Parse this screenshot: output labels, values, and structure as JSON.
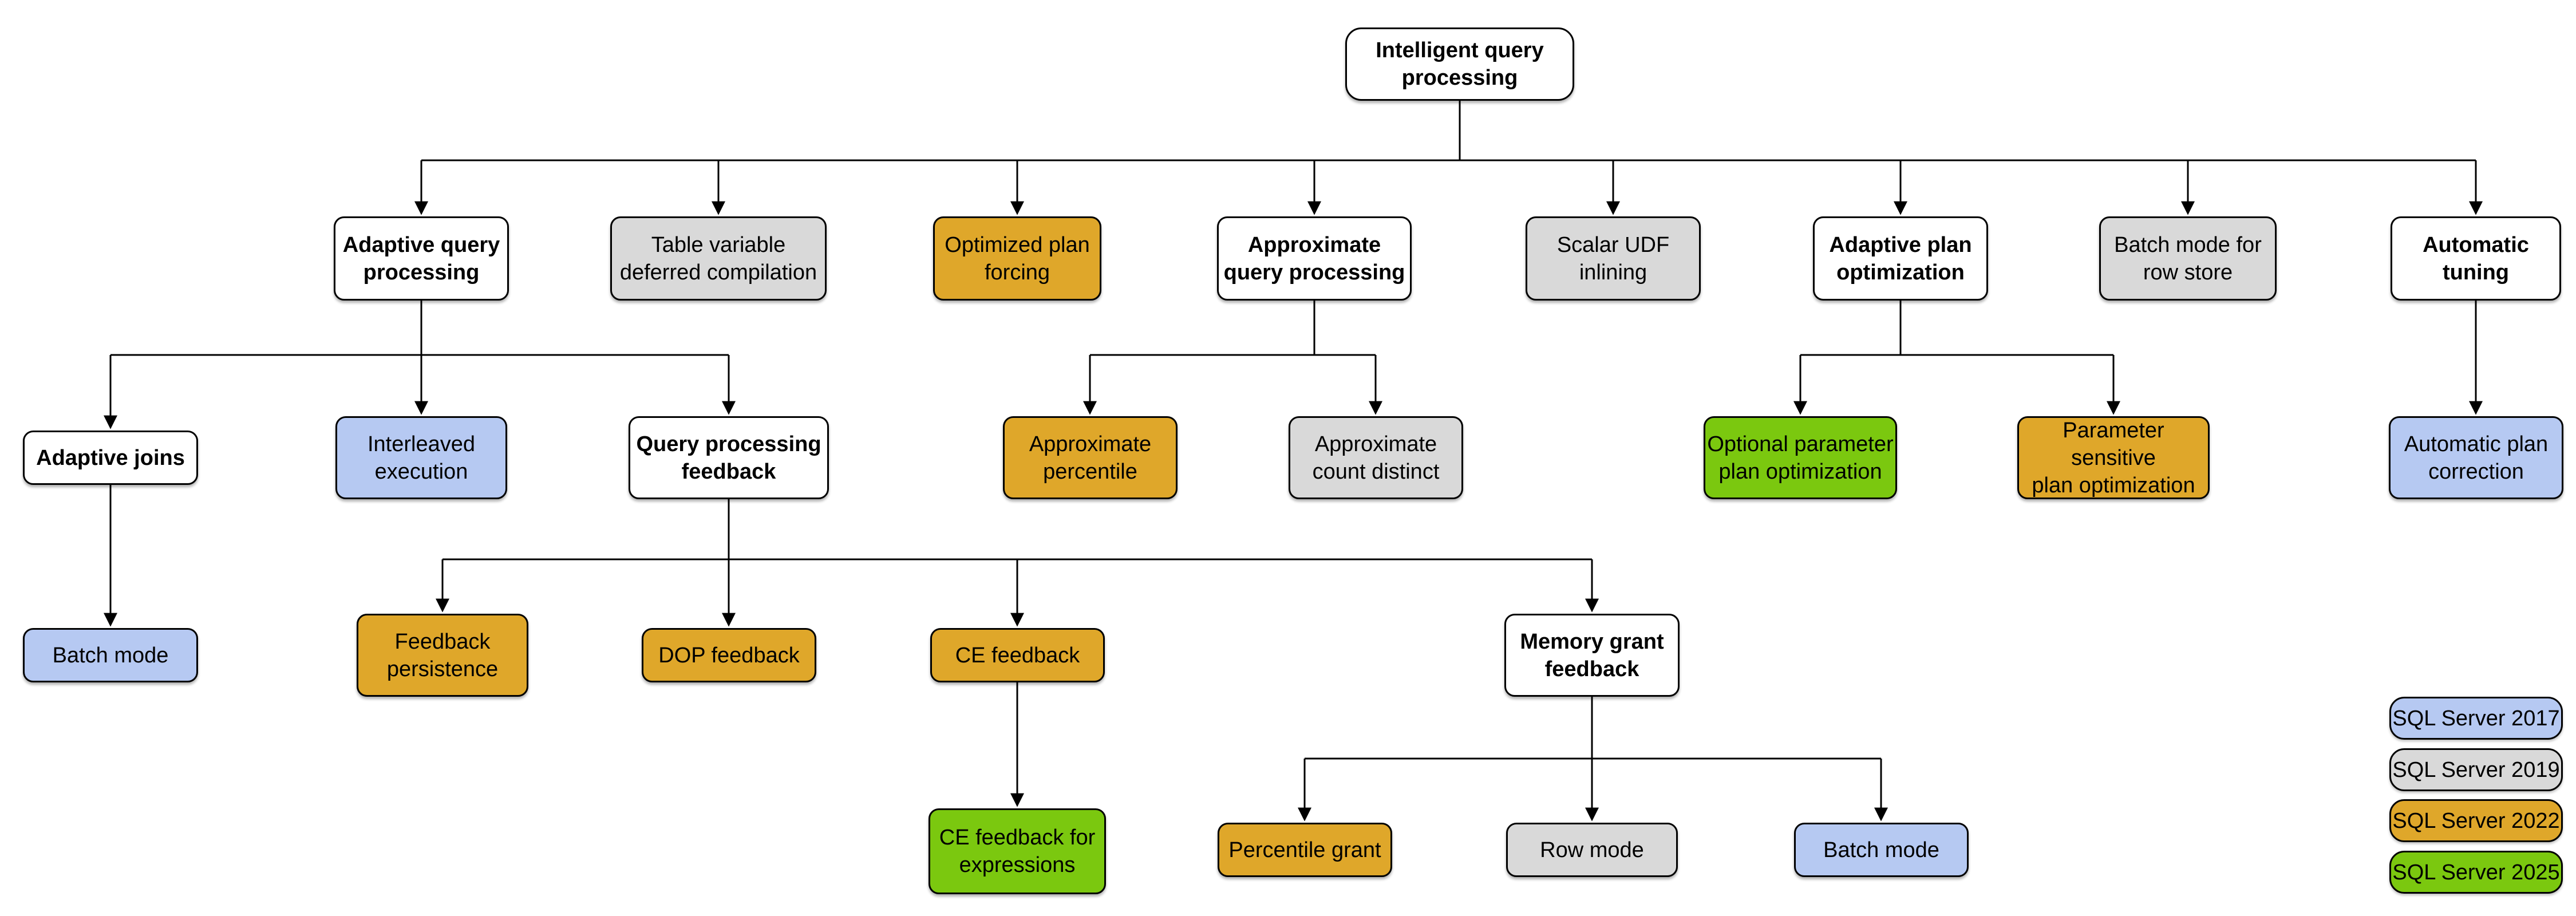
{
  "colors": {
    "2017": "#b6c9f2",
    "2019": "#d9d9d9",
    "2022": "#dfa72a",
    "2025": "#7bc80f",
    "plain": "#ffffff",
    "line": "#000000"
  },
  "nodes": {
    "root": {
      "label": "Intelligent query\nprocessing",
      "version": null
    },
    "adaptive_query_processing": {
      "label": "Adaptive query\nprocessing",
      "version": null
    },
    "table_variable_deferred_compilation": {
      "label": "Table variable\ndeferred compilation",
      "version": "2019"
    },
    "optimized_plan_forcing": {
      "label": "Optimized plan\nforcing",
      "version": "2022"
    },
    "approximate_query_processing": {
      "label": "Approximate\nquery processing",
      "version": null
    },
    "scalar_udf_inlining": {
      "label": "Scalar UDF\ninlining",
      "version": "2019"
    },
    "adaptive_plan_optimization": {
      "label": "Adaptive plan\noptimization",
      "version": null
    },
    "batch_mode_for_row_store": {
      "label": "Batch mode for\nrow store",
      "version": "2019"
    },
    "automatic_tuning": {
      "label": "Automatic\ntuning",
      "version": null
    },
    "adaptive_joins": {
      "label": "Adaptive joins",
      "version": null
    },
    "interleaved_execution": {
      "label": "Interleaved\nexecution",
      "version": "2017"
    },
    "query_processing_feedback": {
      "label": "Query processing\nfeedback",
      "version": null
    },
    "approximate_percentile": {
      "label": "Approximate\npercentile",
      "version": "2022"
    },
    "approximate_count_distinct": {
      "label": "Approximate\ncount distinct",
      "version": "2019"
    },
    "optional_parameter_plan_optimization": {
      "label": "Optional parameter\nplan optimization",
      "version": "2025"
    },
    "parameter_sensitive_plan_optimization": {
      "label": "Parameter sensitive\nplan optimization",
      "version": "2022"
    },
    "automatic_plan_correction": {
      "label": "Automatic plan\ncorrection",
      "version": "2017"
    },
    "batch_mode_adaptive_joins": {
      "label": "Batch mode",
      "version": "2017"
    },
    "feedback_persistence": {
      "label": "Feedback\npersistence",
      "version": "2022"
    },
    "dop_feedback": {
      "label": "DOP feedback",
      "version": "2022"
    },
    "ce_feedback": {
      "label": "CE feedback",
      "version": "2022"
    },
    "memory_grant_feedback": {
      "label": "Memory grant\nfeedback",
      "version": null
    },
    "ce_feedback_for_expressions": {
      "label": "CE feedback for\nexpressions",
      "version": "2025"
    },
    "percentile_grant": {
      "label": "Percentile grant",
      "version": "2022"
    },
    "row_mode": {
      "label": "Row mode",
      "version": "2019"
    },
    "batch_mode_memory_grant": {
      "label": "Batch mode",
      "version": "2017"
    }
  },
  "edges": [
    [
      "root",
      "adaptive_query_processing"
    ],
    [
      "root",
      "table_variable_deferred_compilation"
    ],
    [
      "root",
      "optimized_plan_forcing"
    ],
    [
      "root",
      "approximate_query_processing"
    ],
    [
      "root",
      "scalar_udf_inlining"
    ],
    [
      "root",
      "adaptive_plan_optimization"
    ],
    [
      "root",
      "batch_mode_for_row_store"
    ],
    [
      "root",
      "automatic_tuning"
    ],
    [
      "adaptive_query_processing",
      "adaptive_joins"
    ],
    [
      "adaptive_query_processing",
      "interleaved_execution"
    ],
    [
      "adaptive_query_processing",
      "query_processing_feedback"
    ],
    [
      "approximate_query_processing",
      "approximate_percentile"
    ],
    [
      "approximate_query_processing",
      "approximate_count_distinct"
    ],
    [
      "adaptive_plan_optimization",
      "optional_parameter_plan_optimization"
    ],
    [
      "adaptive_plan_optimization",
      "parameter_sensitive_plan_optimization"
    ],
    [
      "automatic_tuning",
      "automatic_plan_correction"
    ],
    [
      "adaptive_joins",
      "batch_mode_adaptive_joins"
    ],
    [
      "query_processing_feedback",
      "feedback_persistence"
    ],
    [
      "query_processing_feedback",
      "dop_feedback"
    ],
    [
      "query_processing_feedback",
      "ce_feedback"
    ],
    [
      "query_processing_feedback",
      "memory_grant_feedback"
    ],
    [
      "ce_feedback",
      "ce_feedback_for_expressions"
    ],
    [
      "memory_grant_feedback",
      "percentile_grant"
    ],
    [
      "memory_grant_feedback",
      "row_mode"
    ],
    [
      "memory_grant_feedback",
      "batch_mode_memory_grant"
    ]
  ],
  "legend": [
    {
      "label": "SQL Server 2017",
      "version": "2017"
    },
    {
      "label": "SQL Server 2019",
      "version": "2019"
    },
    {
      "label": "SQL Server 2022",
      "version": "2022"
    },
    {
      "label": "SQL Server 2025",
      "version": "2025"
    }
  ]
}
